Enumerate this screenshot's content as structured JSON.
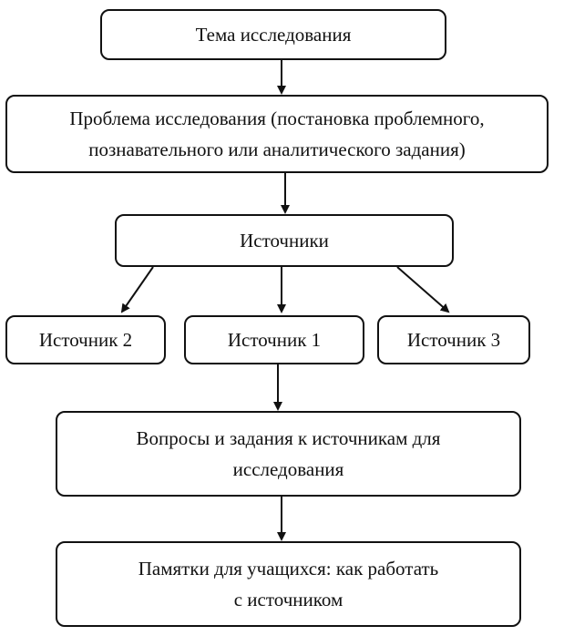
{
  "diagram": {
    "topic": "Тема исследования",
    "problem": {
      "line1": "Проблема исследования (постановка проблемного,",
      "line2": "познавательного или аналитического задания)"
    },
    "sources": "Источники",
    "source_1": "Источник 1",
    "source_2": "Источник 2",
    "source_3": "Источник 3",
    "questions": {
      "line1": "Вопросы и задания к источникам для",
      "line2": "исследования"
    },
    "memo": {
      "line1": "Памятки для учащихся: как работать",
      "line2": "с источником"
    }
  },
  "colors": {
    "stroke": "#111111",
    "background": "#ffffff"
  }
}
